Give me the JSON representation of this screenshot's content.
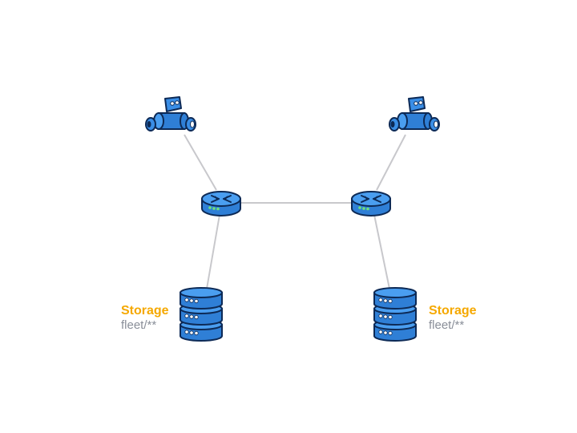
{
  "colors": {
    "link": "#c8c8cc",
    "device_fill": "#3a8ee6",
    "device_fill_light": "#5aa9f5",
    "device_stroke": "#0d2a56",
    "led": "#6fe07a",
    "storage_title": "#f5a800",
    "storage_path": "#8a8f99"
  },
  "nodes": {
    "robot_left": {
      "icon": "robot-icon"
    },
    "robot_right": {
      "icon": "robot-icon"
    },
    "router_left": {
      "icon": "router-icon"
    },
    "router_right": {
      "icon": "router-icon"
    },
    "storage_left": {
      "icon": "storage-icon",
      "title": "Storage",
      "path": "fleet/**"
    },
    "storage_right": {
      "icon": "storage-icon",
      "title": "Storage",
      "path": "fleet/**"
    }
  }
}
